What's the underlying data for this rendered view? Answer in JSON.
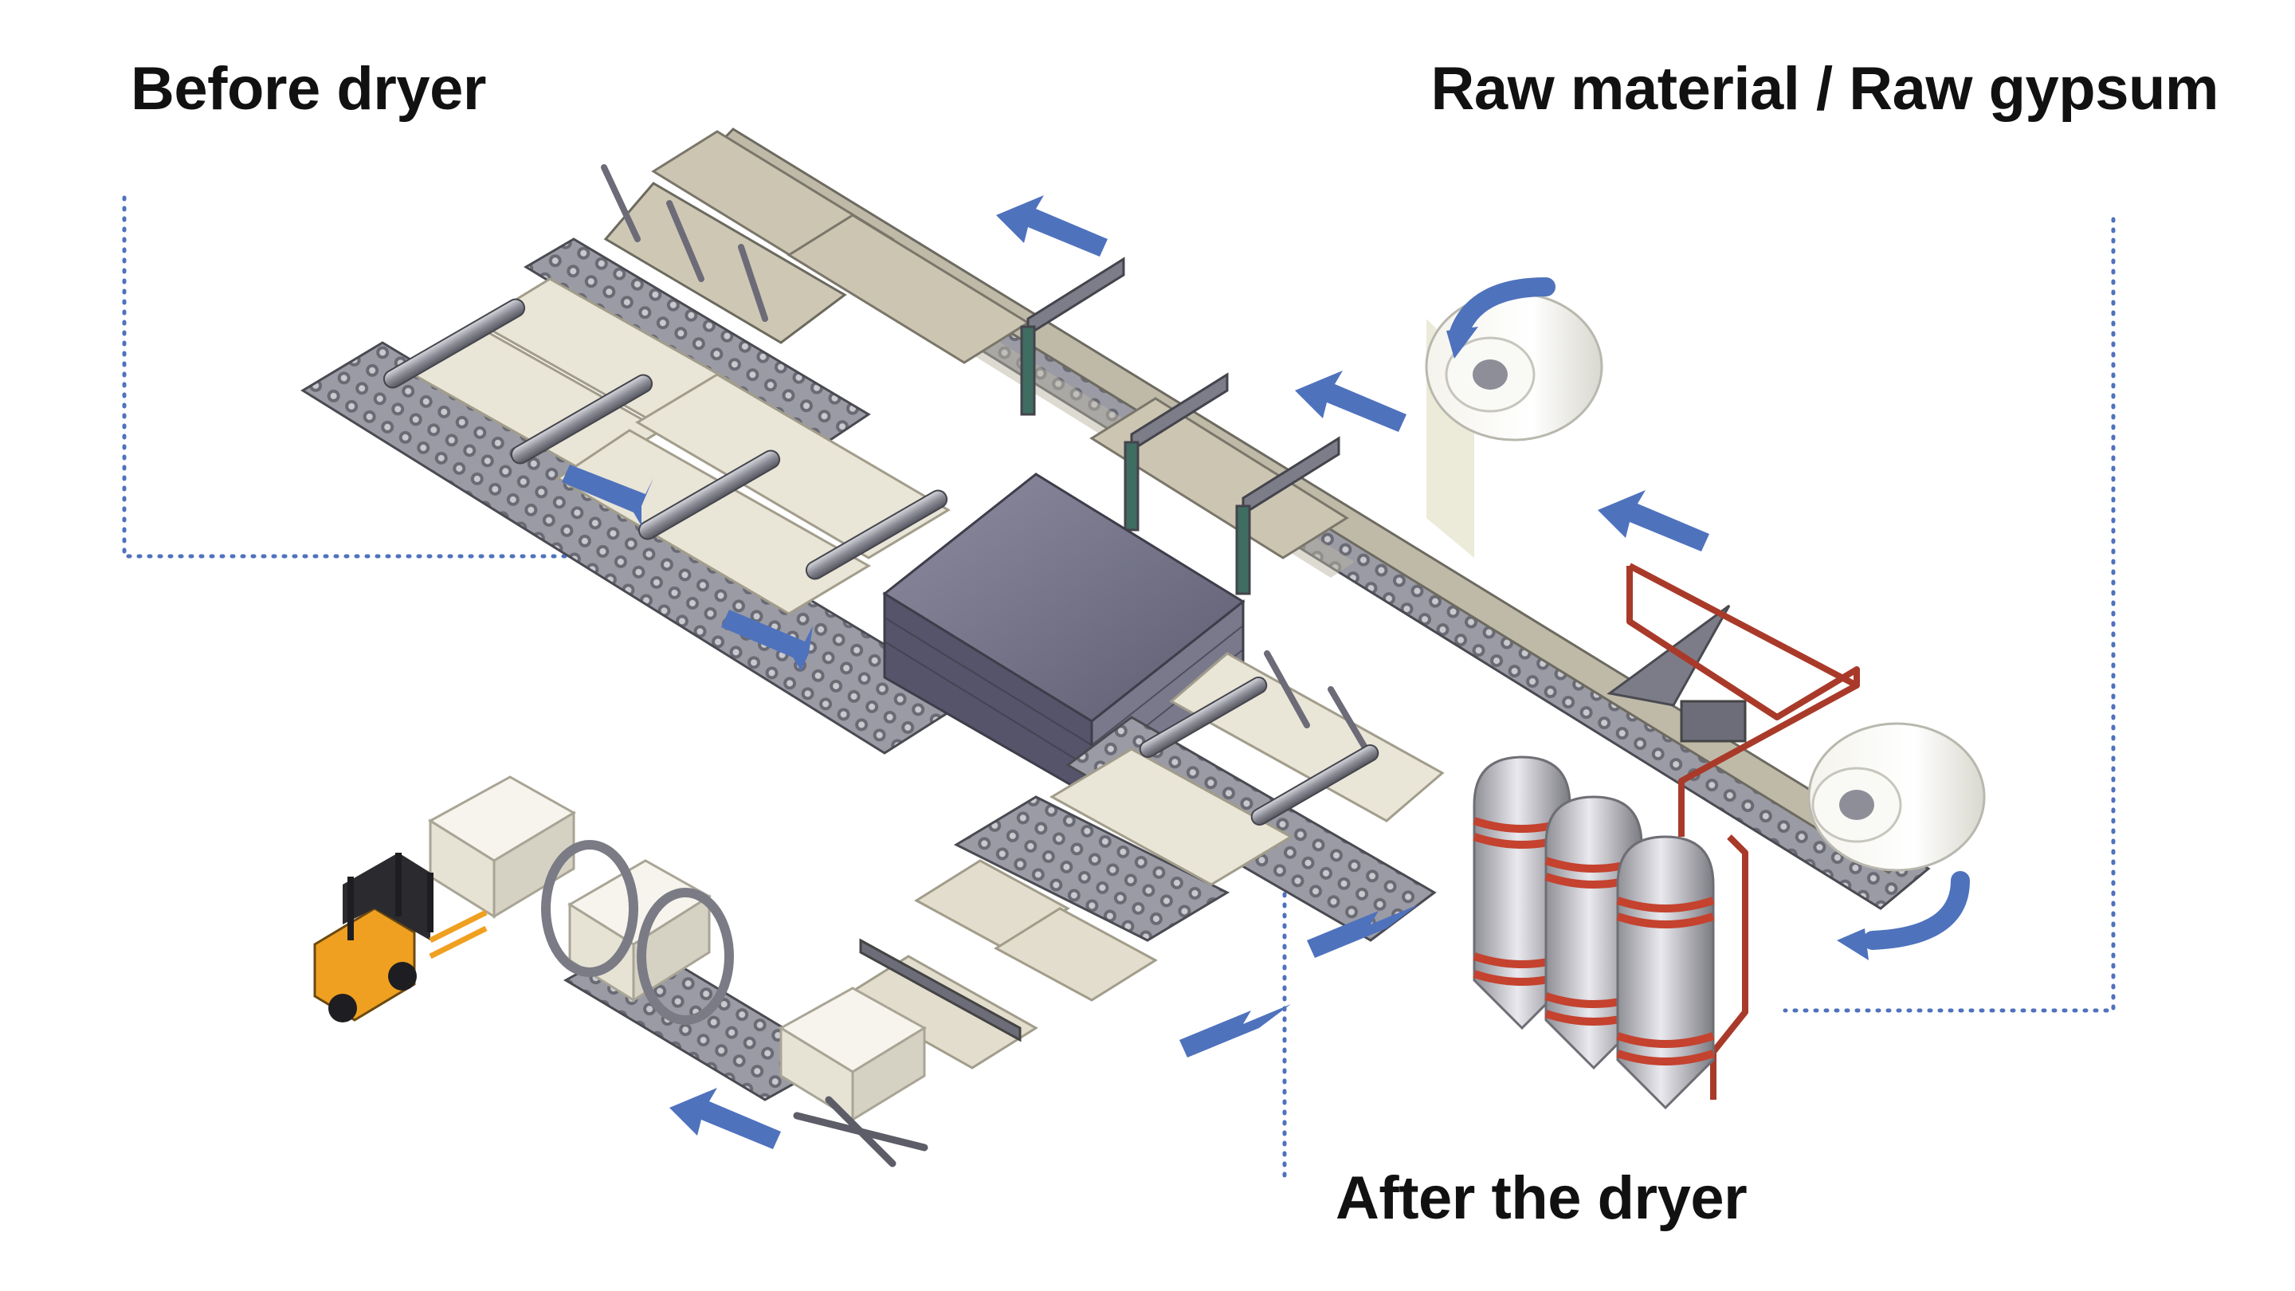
{
  "labels": {
    "before_dryer": "Before dryer",
    "raw_material": "Raw material / Raw gypsum",
    "after_dryer": "After the dryer"
  },
  "colors": {
    "flow_arrow": "#4f72bd",
    "leader_line": "#4f72bd",
    "conveyor": "#5c5c66",
    "board": "#e9e5d7",
    "dryer": "#6c6b80",
    "tank_band": "#c4422e",
    "pipe": "#a93a2a",
    "forklift": "#f0a020"
  },
  "icons": {
    "flow": "arrow-icon",
    "rotation": "rotate-arrow-icon",
    "vehicle": "forklift-icon"
  }
}
